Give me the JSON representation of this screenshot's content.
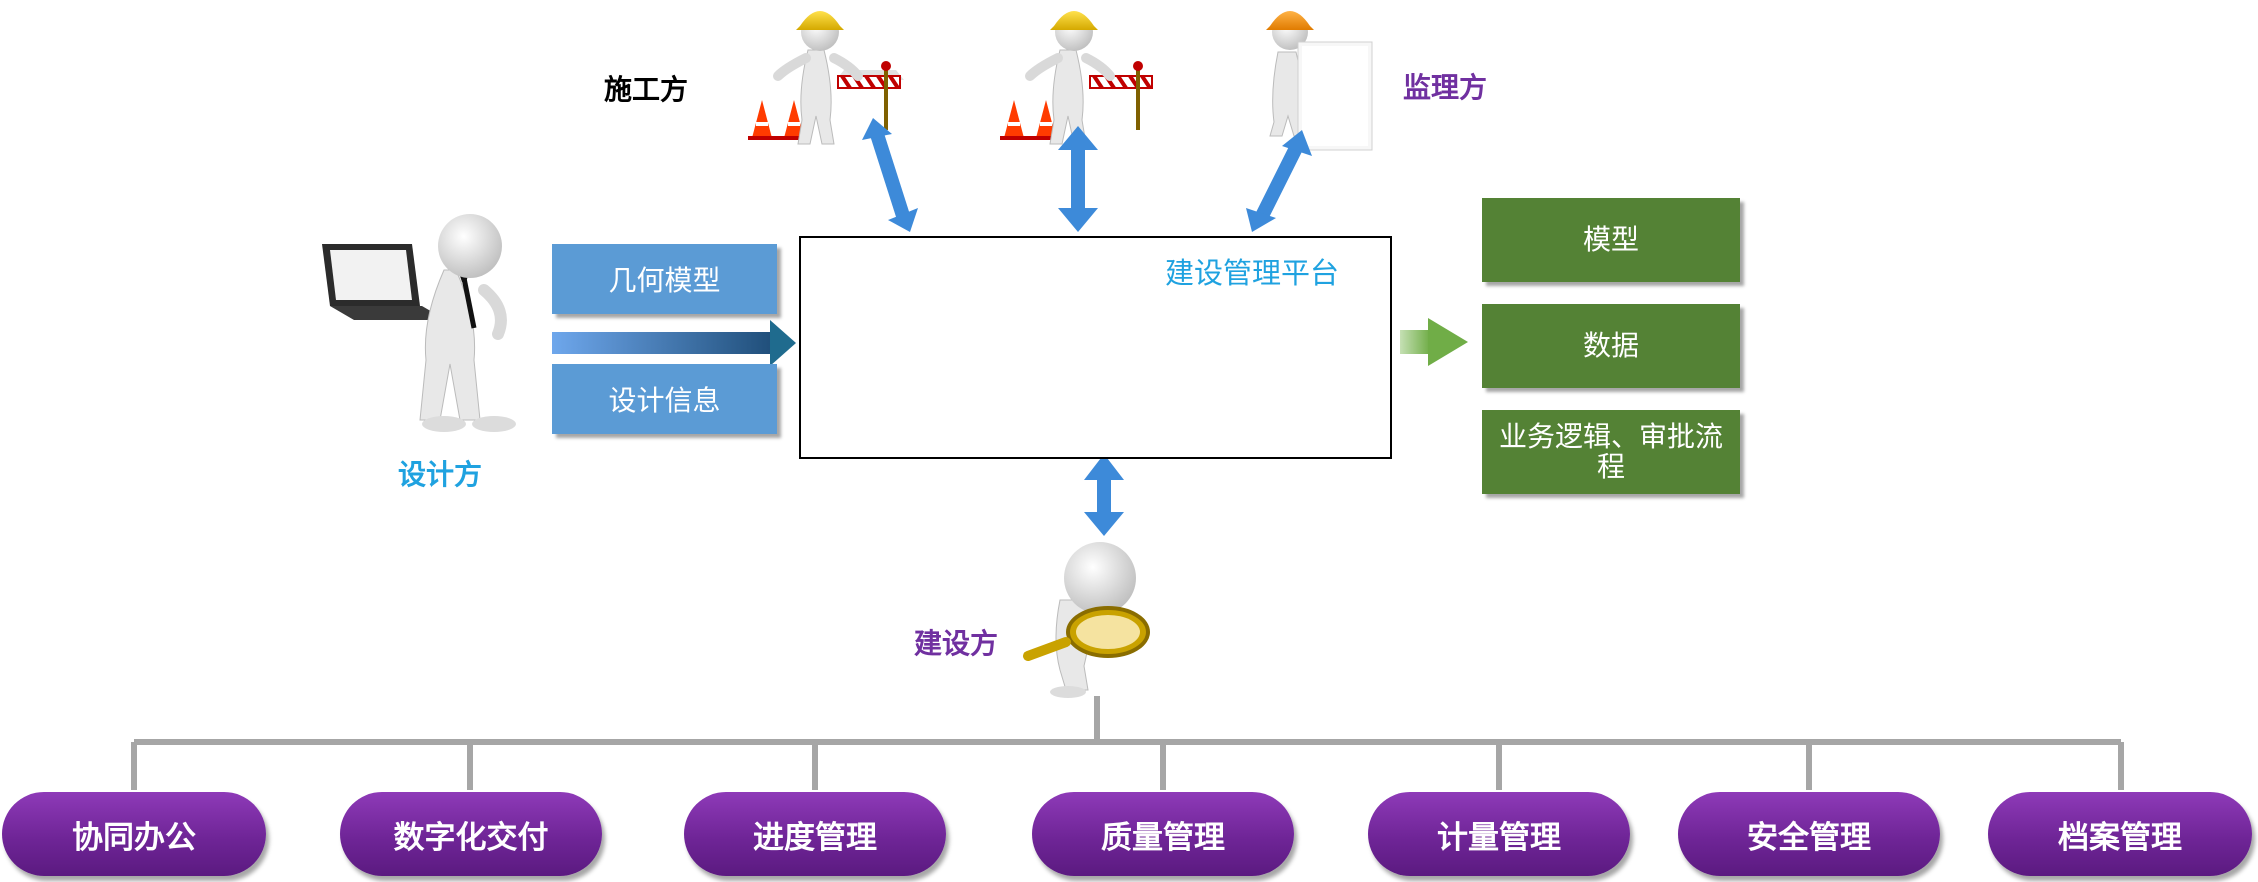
{
  "roles": {
    "construction": "施工方",
    "supervision": "监理方",
    "design": "设计方",
    "owner": "建设方"
  },
  "platform": {
    "title": "建设管理平台"
  },
  "design_inputs": [
    "几何模型",
    "设计信息"
  ],
  "outputs": [
    "模型",
    "数据",
    "业务逻辑、审批流程"
  ],
  "modules": [
    "协同办公",
    "数字化交付",
    "进度管理",
    "质量管理",
    "计量管理",
    "安全管理",
    "档案管理"
  ],
  "colors": {
    "role_black": "#000000",
    "role_purple": "#7030a0",
    "role_blue": "#1fa2e0",
    "arrow_blue": "#3d8ad9",
    "green_box": "#548235",
    "blue_box": "#5b9bd5",
    "pill_purple": "#7030a0",
    "connector_gray": "#a6a6a6"
  }
}
